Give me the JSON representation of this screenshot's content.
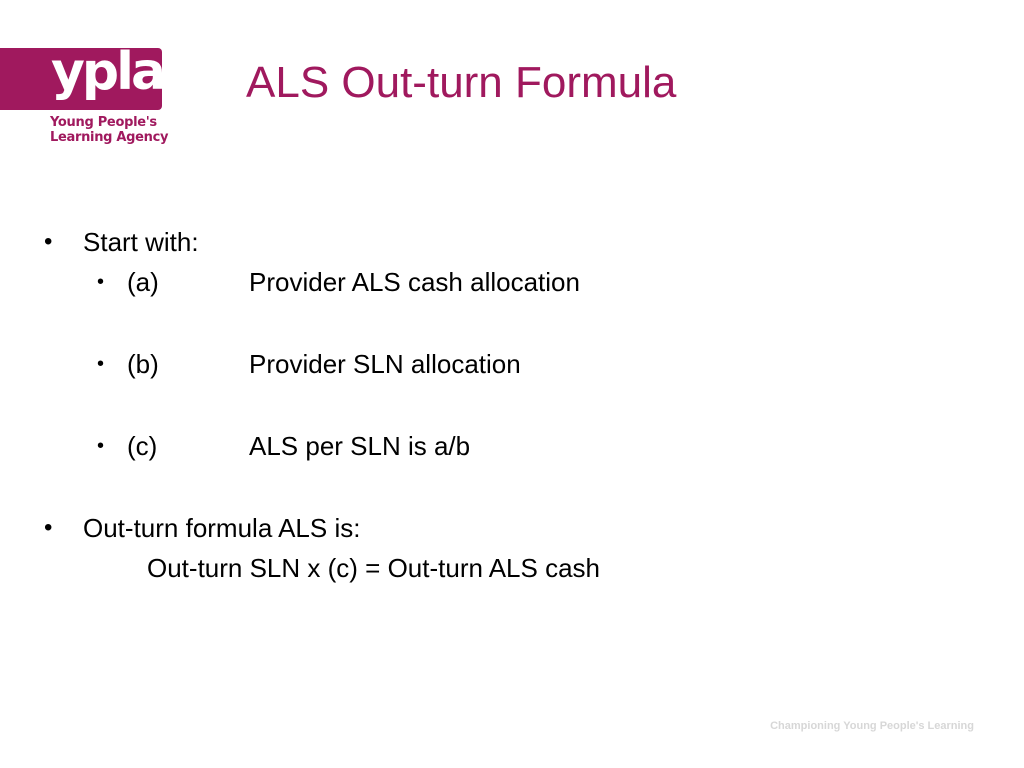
{
  "logo": {
    "word": "ypla",
    "tagline_line1": "Young People's",
    "tagline_line2": "Learning Agency"
  },
  "slide": {
    "title": "ALS Out-turn Formula"
  },
  "content": {
    "item1": "Start with:",
    "sub_a_label": "(a)",
    "sub_a_text": "Provider ALS cash allocation",
    "sub_b_label": "(b)",
    "sub_b_text": "Provider SLN allocation",
    "sub_c_label": "(c)",
    "sub_c_text": "ALS per SLN is a/b",
    "item2": "Out-turn formula ALS is:",
    "formula": "Out-turn SLN x (c) = Out-turn ALS cash"
  },
  "footer": {
    "text": "Championing Young People's Learning"
  },
  "colors": {
    "brand": "#a0195e",
    "footer": "#d7d7d7"
  }
}
